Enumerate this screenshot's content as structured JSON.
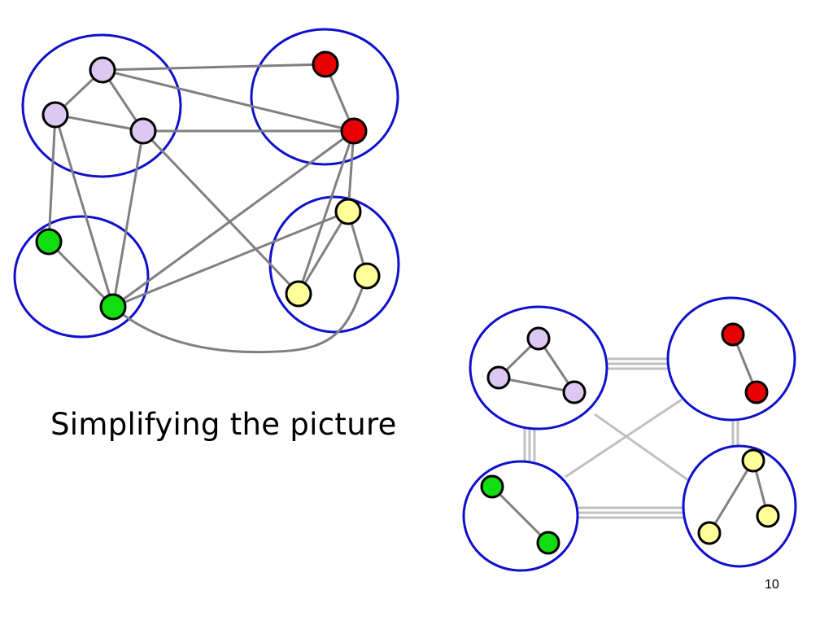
{
  "caption": "Simplifying the picture",
  "page_number": "10",
  "colors": {
    "cluster_outline": "#1010cc",
    "edge_dark": "#808080",
    "edge_light": "#c0c0c0",
    "node_outline": "#000000",
    "node_purple": "#dcc8f0",
    "node_red": "#e60000",
    "node_green": "#11dd11",
    "node_yellow": "#ffff99"
  },
  "diagrams": [
    {
      "name": "original-graph",
      "clusters": [
        "purple",
        "red",
        "green",
        "yellow"
      ],
      "nodes": [
        {
          "id": "p1",
          "group": "purple"
        },
        {
          "id": "p2",
          "group": "purple"
        },
        {
          "id": "p3",
          "group": "purple"
        },
        {
          "id": "r1",
          "group": "red"
        },
        {
          "id": "r2",
          "group": "red"
        },
        {
          "id": "g1",
          "group": "green"
        },
        {
          "id": "g2",
          "group": "green"
        },
        {
          "id": "y1",
          "group": "yellow"
        },
        {
          "id": "y2",
          "group": "yellow"
        },
        {
          "id": "y3",
          "group": "yellow"
        }
      ],
      "edges": [
        [
          "p1",
          "p2"
        ],
        [
          "p1",
          "p3"
        ],
        [
          "p2",
          "p3"
        ],
        [
          "p1",
          "r1"
        ],
        [
          "p1",
          "r2"
        ],
        [
          "p3",
          "r2"
        ],
        [
          "r1",
          "r2"
        ],
        [
          "p2",
          "g2"
        ],
        [
          "p3",
          "g2"
        ],
        [
          "p2",
          "g1"
        ],
        [
          "g1",
          "g2"
        ],
        [
          "p3",
          "y2"
        ],
        [
          "r2",
          "g2"
        ],
        [
          "r2",
          "y2"
        ],
        [
          "r2",
          "y1"
        ],
        [
          "y1",
          "y2"
        ],
        [
          "y1",
          "y3"
        ],
        [
          "y1",
          "g2"
        ],
        [
          "y3",
          "g2"
        ]
      ]
    },
    {
      "name": "simplified-graph",
      "clusters": [
        "purple",
        "red",
        "green",
        "yellow"
      ],
      "nodes": [
        {
          "id": "p1",
          "group": "purple"
        },
        {
          "id": "p2",
          "group": "purple"
        },
        {
          "id": "p3",
          "group": "purple"
        },
        {
          "id": "r1",
          "group": "red"
        },
        {
          "id": "r2",
          "group": "red"
        },
        {
          "id": "g1",
          "group": "green"
        },
        {
          "id": "g2",
          "group": "green"
        },
        {
          "id": "y1",
          "group": "yellow"
        },
        {
          "id": "y2",
          "group": "yellow"
        },
        {
          "id": "y3",
          "group": "yellow"
        }
      ],
      "intra_edges": [
        [
          "p1",
          "p2"
        ],
        [
          "p1",
          "p3"
        ],
        [
          "p2",
          "p3"
        ],
        [
          "r1",
          "r2"
        ],
        [
          "g1",
          "g2"
        ],
        [
          "y1",
          "y2"
        ],
        [
          "y1",
          "y3"
        ]
      ],
      "cluster_links": [
        {
          "from": "purple",
          "to": "red",
          "multiplicity": 3
        },
        {
          "from": "purple",
          "to": "green",
          "multiplicity": 3
        },
        {
          "from": "red",
          "to": "yellow",
          "multiplicity": 2
        },
        {
          "from": "green",
          "to": "yellow",
          "multiplicity": 3
        },
        {
          "from": "purple",
          "to": "yellow",
          "multiplicity": 1
        },
        {
          "from": "red",
          "to": "green",
          "multiplicity": 1
        }
      ]
    }
  ]
}
